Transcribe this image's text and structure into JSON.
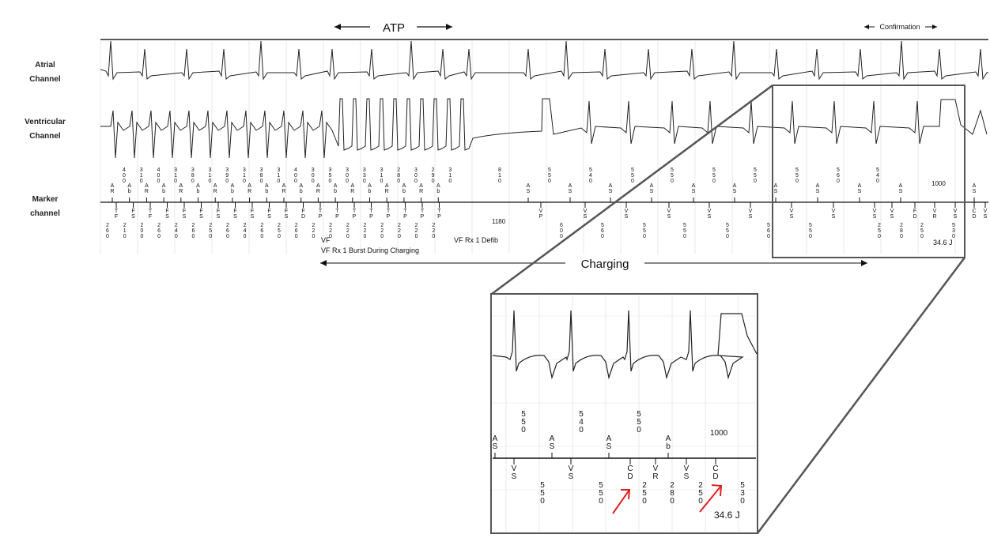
{
  "labels": {
    "atrial": [
      "Atrial",
      "Channel"
    ],
    "ventricular": [
      "Ventricular",
      "Channel"
    ],
    "marker": [
      "Marker",
      "channel"
    ]
  },
  "top": {
    "atp": "ATP",
    "confirmation": "Confirmation",
    "charging": "Charging",
    "vf_label": "VF",
    "vf_burst": "VF Rx 1 Burst During Charging",
    "vf_defib": "VF Rx 1 Defib",
    "interval_1180": "1180",
    "interval_1000": "1000",
    "energy": "34.6 J"
  },
  "top_markers": {
    "upper": [
      {
        "text": "A\nR",
        "v": ""
      },
      {
        "text": "A\nb",
        "v": ""
      },
      {
        "text": "A\nR",
        "v": ""
      },
      {
        "text": "A\nb",
        "v": ""
      },
      {
        "text": "A\nR",
        "v": ""
      },
      {
        "text": "A\nb",
        "v": ""
      },
      {
        "text": "A\nR",
        "v": ""
      },
      {
        "text": "A\nb",
        "v": ""
      },
      {
        "text": "A\nR",
        "v": ""
      },
      {
        "text": "A\nb",
        "v": ""
      },
      {
        "text": "A\nR",
        "v": ""
      },
      {
        "text": "A\nb",
        "v": ""
      },
      {
        "text": "A\nR",
        "v": ""
      },
      {
        "text": "A\nb",
        "v": ""
      },
      {
        "text": "A\nR",
        "v": ""
      },
      {
        "text": "A\nb",
        "v": ""
      },
      {
        "text": "A\nR",
        "v": ""
      },
      {
        "text": "A\nb",
        "v": ""
      },
      {
        "text": "A\nR",
        "v": ""
      },
      {
        "text": "A\nb",
        "v": ""
      },
      {
        "text": "A\nS",
        "v": ""
      },
      {
        "text": "A\nS",
        "v": ""
      },
      {
        "text": "A\nS",
        "v": ""
      },
      {
        "text": "A\nS",
        "v": ""
      },
      {
        "text": "A\nS",
        "v": ""
      },
      {
        "text": "A\nS",
        "v": ""
      },
      {
        "text": "A\nS",
        "v": ""
      },
      {
        "text": "A\nS",
        "v": ""
      },
      {
        "text": "A\nS",
        "v": ""
      },
      {
        "text": "A\nS",
        "v": ""
      },
      {
        "text": "A\nS",
        "v": ""
      },
      {
        "text": "A\nb",
        "v": ""
      },
      {
        "text": "A\nS",
        "v": ""
      }
    ],
    "intervals_upper": [
      "400",
      "310",
      "400",
      "310",
      "380",
      "310",
      "390",
      "310",
      "380",
      "310",
      "400",
      "300",
      "350",
      "300",
      "330",
      "310",
      "280",
      "300",
      "290",
      "310",
      "810",
      "550",
      "540",
      "550",
      "550",
      "550",
      "550",
      "550",
      "560",
      "540",
      "550"
    ],
    "lower": [
      "T\nF",
      "F\nS",
      "T\nF",
      "F\nS",
      "F\nS",
      "F\nS",
      "F\nS",
      "F\nS",
      "F\nS",
      "F\nS",
      "F\nS",
      "F\nD",
      "T\nP",
      "T\nP",
      "T\nP",
      "T\nP",
      "T\nP",
      "T\nP",
      "T\nP",
      "T\nP",
      "V\nP",
      "V\nS",
      "V\nS",
      "V\nS",
      "V\nS",
      "V\nS",
      "V\nS",
      "V\nS",
      "V\nS",
      "V\nS",
      "F\nD",
      "V\nR",
      "V\nS",
      "C\nD",
      "V\nS"
    ],
    "intervals_lower": [
      "260",
      "210",
      "200",
      "260",
      "240",
      "260",
      "250",
      "260",
      "240",
      "260",
      "250",
      "260",
      "220",
      "220",
      "220",
      "220",
      "220",
      "220",
      "220",
      "220",
      "600",
      "560",
      "550",
      "550",
      "550",
      "560",
      "550",
      "250",
      "280",
      "250",
      "530"
    ]
  },
  "zoom": {
    "upper_intervals": [
      "550",
      "540",
      "550"
    ],
    "upper_markers": [
      "A\nS",
      "A\nS",
      "A\nS",
      "A\nb"
    ],
    "lower_markers": [
      "V\nS",
      "V\nS",
      "C\nD",
      "V\nR",
      "V\nS",
      "C\nD"
    ],
    "lower_intervals": [
      "550",
      "550",
      "250",
      "280",
      "250",
      "530"
    ],
    "interval_1000": "1000",
    "energy": "34.6 J"
  },
  "colors": {
    "trace": "#222222",
    "grid": "#d8d8d8",
    "frame": "#555555",
    "arrow_red": "#e02020"
  }
}
